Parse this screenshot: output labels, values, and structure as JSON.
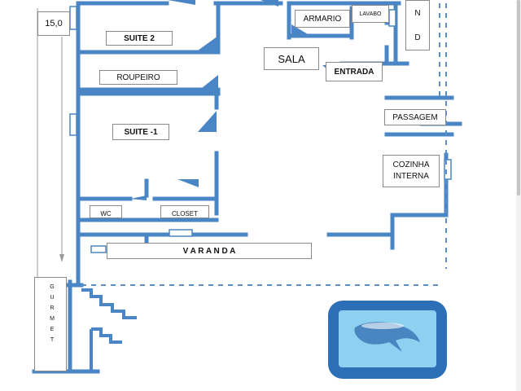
{
  "colors": {
    "wall": "#4a86c5",
    "dash": "#5b8fc9",
    "pool_dark": "#2d6fb6",
    "pool_light": "#8ed0ef"
  },
  "rooms": {
    "suite2": "SUITE 2",
    "roupeiro": "ROUPEIRO",
    "suite1": "SUITE -1",
    "wc": "WC",
    "closet": "CLOSET",
    "varanda": "V A R A N D A",
    "sala": "SALA",
    "armario": "ARMARIO",
    "lavabo": "LAVABO",
    "entrada": "ENTRADA",
    "passagem": "PASSAGEM",
    "cozinha_line1": "COZINHA",
    "cozinha_line2": "INTERNA",
    "nd_top": "N",
    "nd_bottom": "D"
  },
  "dimension": "15,0",
  "gourmet": [
    "G",
    "U",
    "R",
    "M",
    "E",
    "T"
  ]
}
